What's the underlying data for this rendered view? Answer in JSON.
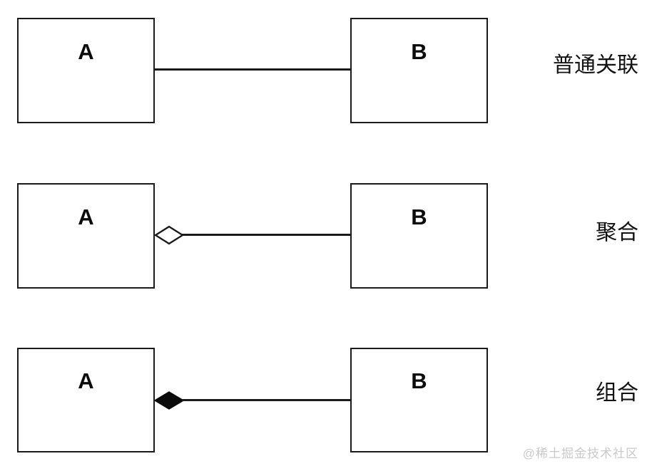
{
  "diagram": {
    "type": "uml-class-relationship",
    "background_color": "#ffffff",
    "stroke_color": "#1a1a1a",
    "text_color": "#0b0b0b",
    "rows": [
      {
        "id": "association",
        "label": "普通关联",
        "source_class": "A",
        "target_class": "B",
        "connector": "plain-line",
        "adornment": "none"
      },
      {
        "id": "aggregation",
        "label": "聚合",
        "source_class": "A",
        "target_class": "B",
        "connector": "line-with-diamond",
        "adornment": "hollow-diamond"
      },
      {
        "id": "composition",
        "label": "组合",
        "source_class": "A",
        "target_class": "B",
        "connector": "line-with-diamond",
        "adornment": "filled-diamond"
      }
    ]
  },
  "watermark": {
    "text": "@稀土掘金技术社区",
    "color": "#c9c9c9"
  }
}
